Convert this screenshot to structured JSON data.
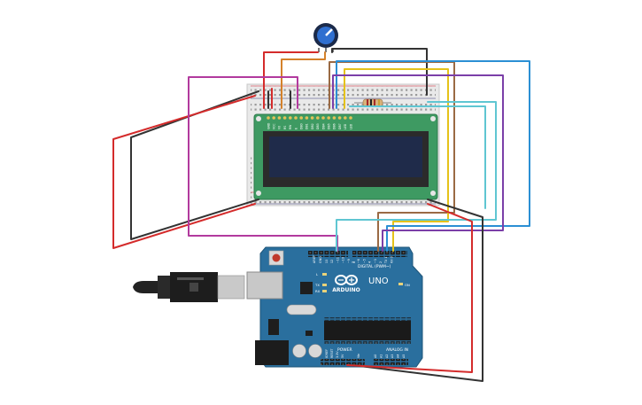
{
  "arduino": {
    "brand": "ARDUINO",
    "model": "UNO",
    "section_digital": "DIGITAL (PWM~)",
    "section_analog": "ANALOG IN",
    "section_power": "POWER",
    "label_on": "ON",
    "label_tx": "TX",
    "label_rx": "RX",
    "label_l": "L",
    "label_aref": "AREF",
    "label_gnd": "GND",
    "label_ioref": "IOREF",
    "label_reset": "RESET",
    "label_33v": "3.3V",
    "label_5v": "5V",
    "label_vin": "Vin",
    "digital_pins": [
      "13",
      "12",
      "~11",
      "~10",
      "~9",
      "8",
      "7",
      "~6",
      "~5",
      "4",
      "~3",
      "2",
      "TX 1",
      "RX 0"
    ],
    "analog_pins": [
      "A0",
      "A1",
      "A2",
      "A3",
      "A4",
      "A5"
    ]
  },
  "lcd": {
    "pins": [
      "GND",
      "VCC",
      "V0",
      "RS",
      "RW",
      "E",
      "DB0",
      "DB1",
      "DB2",
      "DB3",
      "DB4",
      "DB5",
      "DB6",
      "DB7",
      "LED",
      "LED"
    ]
  },
  "colors": {
    "wire_red": "#d42b2b",
    "wire_black": "#333333",
    "wire_magenta": "#b23a9e",
    "wire_orange": "#d4812b",
    "wire_brown": "#9a6a44",
    "wire_yellow": "#e5c21a",
    "wire_blue": "#2b8fd4",
    "wire_purple": "#7b3fa8",
    "wire_cyan": "#5fc6d2",
    "board_blue": "#2a6f9e",
    "lcd_green": "#3e9a62",
    "lcd_screen": "#1f2b4a"
  },
  "icons": [
    "arduino-infinity-icon",
    "usb-cable-icon",
    "potentiometer-icon",
    "resistor-icon",
    "reset-button-icon"
  ]
}
